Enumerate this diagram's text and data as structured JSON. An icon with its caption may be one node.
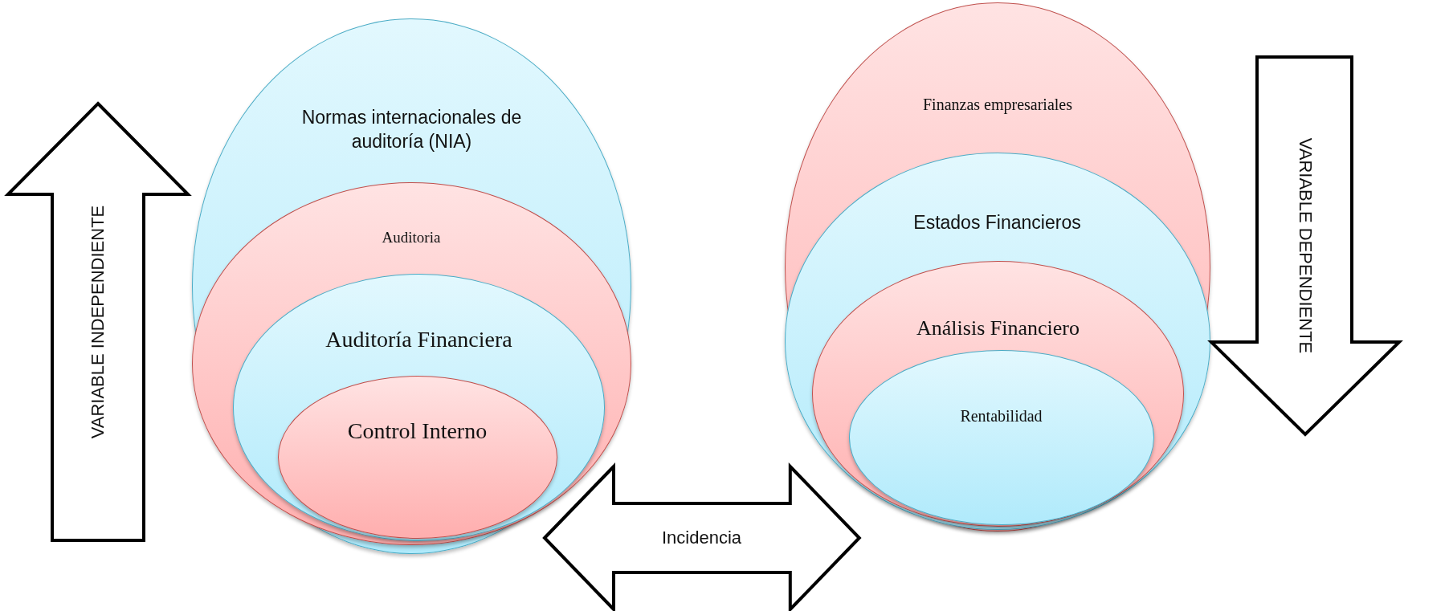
{
  "diagram": {
    "nodes": [
      {
        "text": [
          "Normas internacionales de auditoría (NIA)"
        ]
      },
      {
        "text": [
          "Auditoria"
        ],
        "in": 0
      },
      {
        "text": [
          "Auditoría Financiera"
        ],
        "in": 1
      },
      {
        "text": [
          "Control Interno"
        ],
        "in": 2
      },
      {
        "text": [
          "Finanzas empresariales"
        ]
      },
      {
        "text": [
          "Estados Financieros"
        ],
        "in": 4
      },
      {
        "text": [
          "Análisis Financiero"
        ],
        "in": 5
      },
      {
        "text": [
          "Rentabilidad"
        ],
        "in": 6
      },
      {
        "text": [
          "VARIABLE INDEPENDIENTE"
        ]
      },
      {
        "text": [
          "VARIABLE DEPENDIENTE"
        ]
      }
    ],
    "edges": [
      {
        "from": 3,
        "to": 7,
        "arrow": "both",
        "label": "Incidencia"
      }
    ]
  }
}
